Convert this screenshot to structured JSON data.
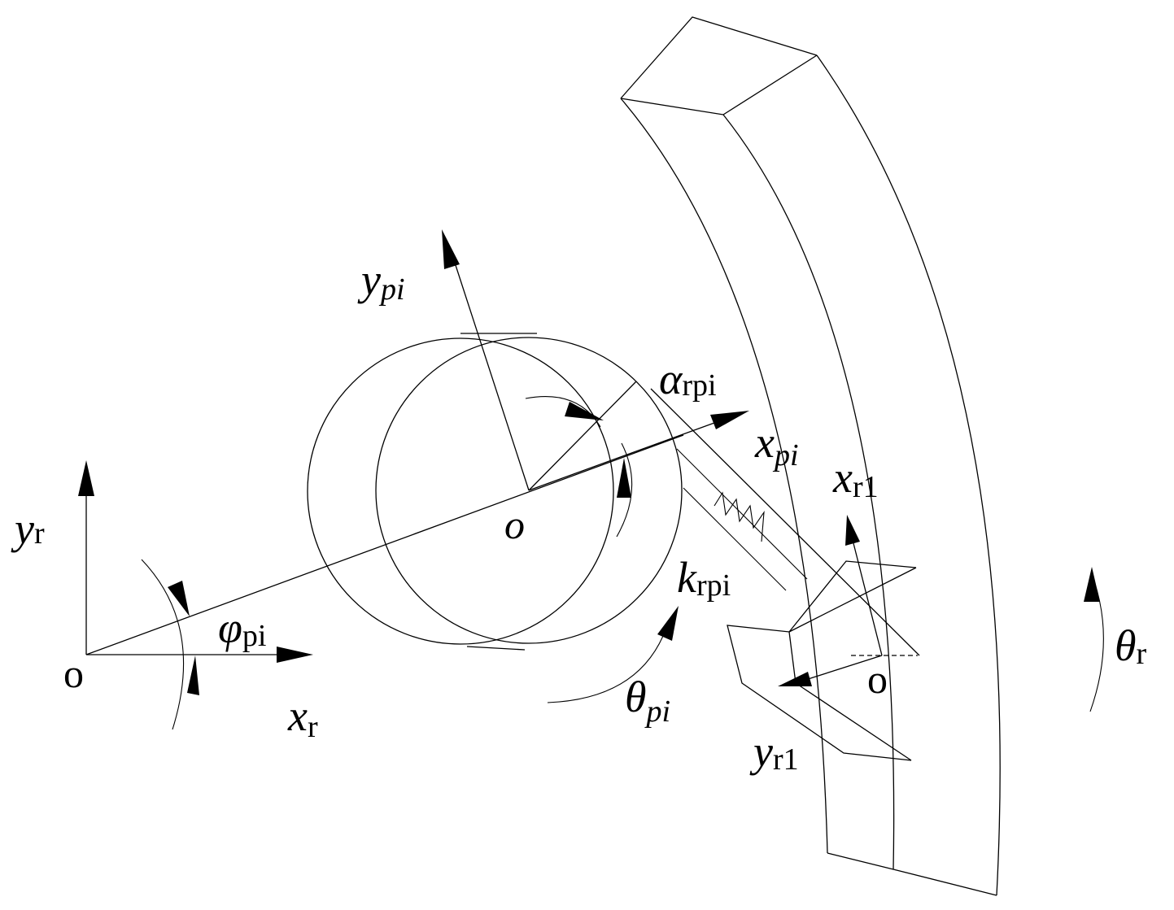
{
  "labels": {
    "y_r": {
      "main": "y",
      "sub": "r"
    },
    "x_r": {
      "main": "x",
      "sub": "r"
    },
    "phi_pi": {
      "main": "φ",
      "sub": "pi"
    },
    "y_pi": {
      "main": "y",
      "sub": "pi"
    },
    "x_pi": {
      "main": "x",
      "sub": "pi"
    },
    "alpha_rpi": {
      "main": "α",
      "sub": "rpi"
    },
    "k_rpi": {
      "main": "k",
      "sub": "rpi"
    },
    "theta_pi": {
      "main": "θ",
      "sub": "pi"
    },
    "x_r1": {
      "main": "x",
      "sub": "r1"
    },
    "y_r1": {
      "main": "y",
      "sub": "r1"
    },
    "theta_r": {
      "main": "θ",
      "sub": "r"
    }
  },
  "origins": {
    "ring_frame": "o",
    "planet_center": "o",
    "tooth_frame": "o"
  }
}
